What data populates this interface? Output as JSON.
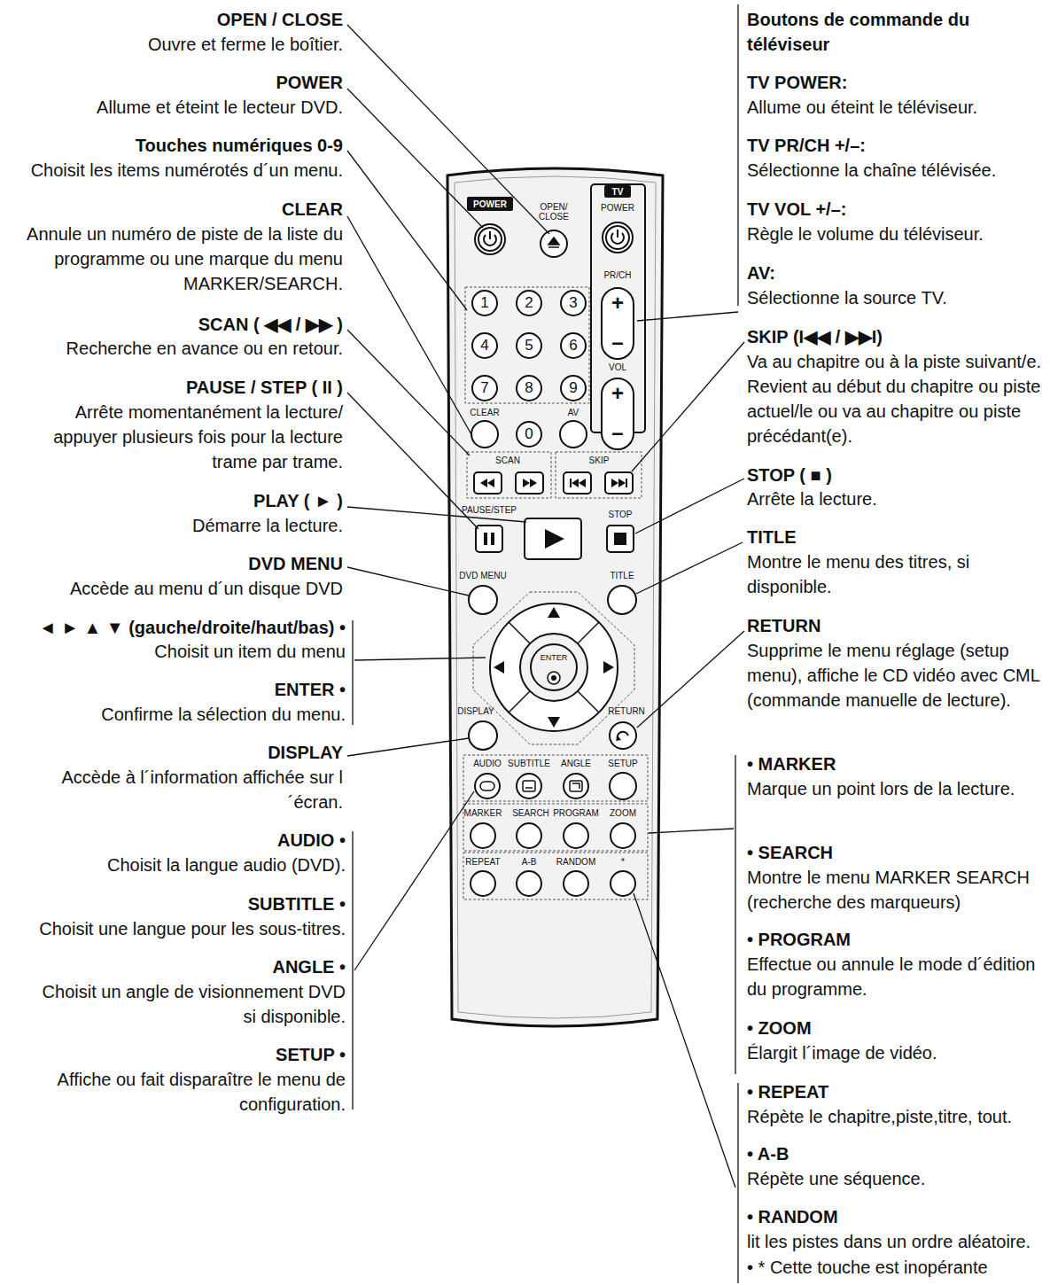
{
  "diagram": {
    "nodes": [
      {
        "text": [
          "POWER"
        ]
      },
      {
        "text": [
          "TV"
        ]
      },
      {
        "text": [
          "1"
        ]
      },
      {
        "text": [
          "2"
        ]
      },
      {
        "text": [
          "3"
        ]
      },
      {
        "text": [
          "4"
        ]
      },
      {
        "text": [
          "5"
        ]
      },
      {
        "text": [
          "6"
        ]
      },
      {
        "text": [
          "7"
        ]
      },
      {
        "text": [
          "8"
        ]
      },
      {
        "text": [
          "9"
        ]
      },
      {
        "text": [
          "0"
        ]
      },
      {
        "text": [
          "+",
          "–"
        ]
      },
      {
        "text": [
          "+",
          "–"
        ]
      },
      {
        "text": [
          "ENTER"
        ]
      }
    ],
    "labels": [
      "OPEN / CLOSE",
      "Ouvre et ferme le boîtier.",
      "POWER",
      "Allume et éteint le lecteur DVD.",
      "Touches numériques 0-9",
      "Choisit les items numérotés d´un menu.",
      "CLEAR",
      "Annule un numéro de piste de la liste du programme ou une marque du menu MARKER/SEARCH.",
      "SCAN ( ◀◀ / ▶▶ )",
      "Recherche en avance ou en retour.",
      "PAUSE / STEP ( II )",
      "Arrête momentanément la lecture/ appuyer plusieurs fois pour la lecture trame par trame.",
      "PLAY ( ► )",
      "Démarre la lecture.",
      "DVD MENU",
      "Accède au menu d´un disque DVD",
      "◄ ► ▲ ▼ (gauche/droite/haut/bas) •",
      "Choisit un item du menu",
      "ENTER •",
      "Confirme la sélection du menu.",
      "DISPLAY",
      "Accède à l´information affichée sur l´écran.",
      "AUDIO •",
      "Choisit la langue audio (DVD).",
      "SUBTITLE •",
      "Choisit une langue pour les sous-titres.",
      "ANGLE •",
      "Choisit un angle de visionnement DVD si disponible.",
      "SETUP •",
      "Affiche ou fait disparaître le menu de configuration.",
      "Boutons de commande du téléviseur",
      "TV POWER:",
      "Allume ou éteint le téléviseur.",
      "TV PR/CH +/–:",
      "Sélectionne la chaîne télévisée.",
      "TV VOL +/–:",
      "Règle le volume du téléviseur.",
      "AV:",
      "Sélectionne la source TV.",
      "SKIP (I◀◀ / ▶▶I)",
      "Va au chapitre ou à la piste suivant/e. Revient au début du chapitre ou piste actuel/le ou va au chapitre ou piste précédant(e).",
      "STOP ( ■ )",
      "Arrête la lecture.",
      "TITLE",
      "Montre le menu des titres, si disponible.",
      "RETURN",
      "Supprime le menu réglage (setup menu), affiche le CD vidéo avec CML (commande manuelle de lecture).",
      "• MARKER",
      "Marque un point lors de la lecture.",
      "• SEARCH",
      "Montre le menu MARKER SEARCH (recherche des marqueurs)",
      "• PROGRAM",
      "Effectue ou annule le mode d´édition du programme.",
      "• ZOOM",
      "Élargit l´image de vidéo.",
      "• REPEAT",
      "Répète le chapitre,piste,titre, tout.",
      "• A-B",
      "Répète une séquence.",
      "• RANDOM",
      "lit les pistes dans un ordre aléatoire.",
      "• * Cette touche est inopérante",
      "OPEN/ CLOSE",
      "POWER",
      "PR/CH",
      "VOL",
      "CLEAR",
      "AV",
      "SCAN",
      "SKIP",
      "PAUSE/STEP",
      "STOP",
      "DVD MENU",
      "TITLE",
      "DISPLAY",
      "RETURN",
      "AUDIO",
      "SUBTITLE",
      "ANGLE",
      "SETUP",
      "MARKER",
      "SEARCH",
      "PROGRAM",
      "ZOOM",
      "REPEAT",
      "A-B",
      "RANDOM",
      "*"
    ]
  }
}
